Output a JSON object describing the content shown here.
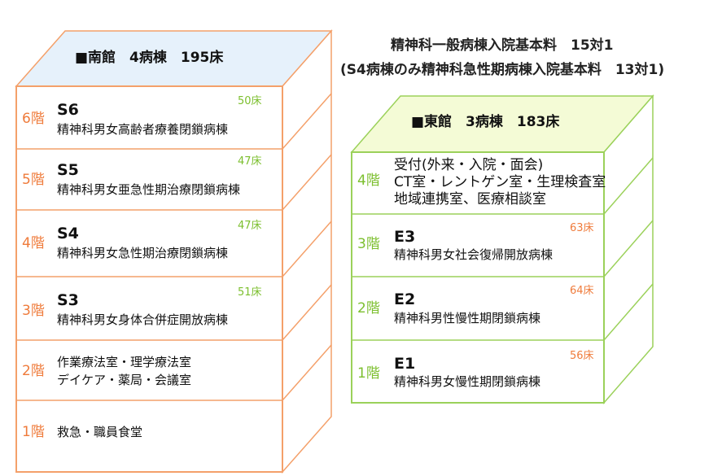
{
  "colors": {
    "south_outline": "#f4a06a",
    "east_outline": "#9bd15a",
    "south_roof": "#e6f1fb",
    "east_roof": "#f4fbd6"
  },
  "notice": {
    "line1": "精神科一般病棟入院基本料　15対1",
    "line2": "(S4病棟のみ精神科急性期病棟入院基本料　13対1)"
  },
  "south": {
    "header": "■南館　4病棟　195床",
    "floors": [
      {
        "floor": "6階",
        "code": "S6",
        "name": "精神科男女高齢者療養閉鎖病棟",
        "beds": "50床"
      },
      {
        "floor": "5階",
        "code": "S5",
        "name": "精神科男女亜急性期治療閉鎖病棟",
        "beds": "47床"
      },
      {
        "floor": "4階",
        "code": "S4",
        "name": "精神科男女急性期治療閉鎖病棟",
        "beds": "47床"
      },
      {
        "floor": "3階",
        "code": "S3",
        "name": "精神科男女身体合併症開放病棟",
        "beds": "51床"
      },
      {
        "floor": "2階",
        "lines": [
          "作業療法室・理学療法室",
          "デイケア・薬局・会議室"
        ]
      },
      {
        "floor": "1階",
        "lines": [
          "救急・職員食堂"
        ]
      }
    ]
  },
  "east": {
    "header": "■東館　3病棟　183床",
    "floors": [
      {
        "floor": "4階",
        "lines": [
          "受付(外来・入院・面会)",
          "CT室・レントゲン室・生理検査室",
          "地域連携室、医療相談室"
        ]
      },
      {
        "floor": "3階",
        "code": "E3",
        "name": "精神科男女社会復帰開放病棟",
        "beds": "63床"
      },
      {
        "floor": "2階",
        "code": "E2",
        "name": "精神科男性慢性期閉鎖病棟",
        "beds": "64床"
      },
      {
        "floor": "1階",
        "code": "E1",
        "name": "精神科男女慢性期閉鎖病棟",
        "beds": "56床"
      }
    ]
  }
}
